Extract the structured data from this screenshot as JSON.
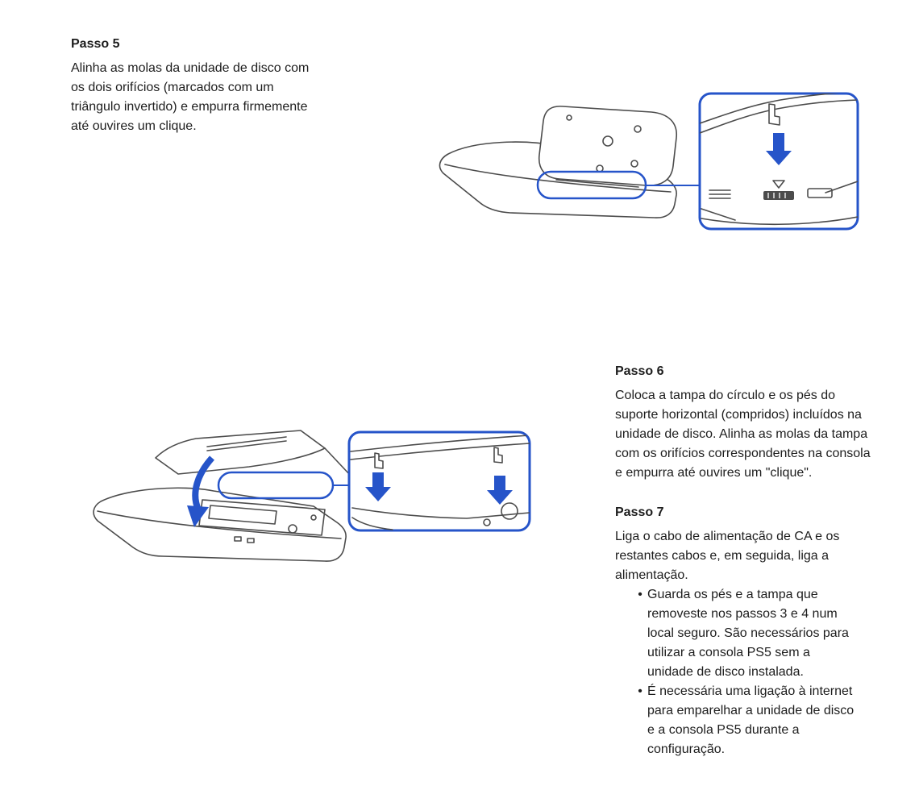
{
  "page": {
    "background_color": "#ffffff",
    "text_color": "#1d1d1d",
    "accent_color": "#2654c9",
    "line_color": "#4c4c4c"
  },
  "glyphs": {
    "bullet": "•"
  },
  "icons": {
    "down-arrow-icon": "▼",
    "rotate-down-arrow-icon": "⤸",
    "triangle-mark-icon": "▽",
    "bullet-icon": "•"
  },
  "steps": {
    "step5": {
      "title": "Passo 5",
      "body": "Alinha as molas da unidade de disco com os dois orifícios (marcados com um triângulo invertido) e empurra firmemente até ouvires um clique."
    },
    "step6": {
      "title": "Passo 6",
      "body": "Coloca a tampa do círculo e os pés do suporte horizontal (compridos) incluídos na unidade de disco. Alinha as molas da tampa com os orifícios correspondentes na consola e empurra até ouvires um \"clique\"."
    },
    "step7": {
      "title": "Passo 7",
      "body": "Liga o cabo de alimentação de CA e os restantes cabos e, em seguida, liga a alimentação.",
      "bullets": [
        "Guarda os pés e a tampa que removeste nos passos 3 e 4 num local seguro. São necessários para utilizar a consola PS5 sem a unidade de disco instalada.",
        "É necessária uma ligação à internet para emparelhar a unidade de disco e a consola PS5 durante a configuração."
      ]
    }
  }
}
